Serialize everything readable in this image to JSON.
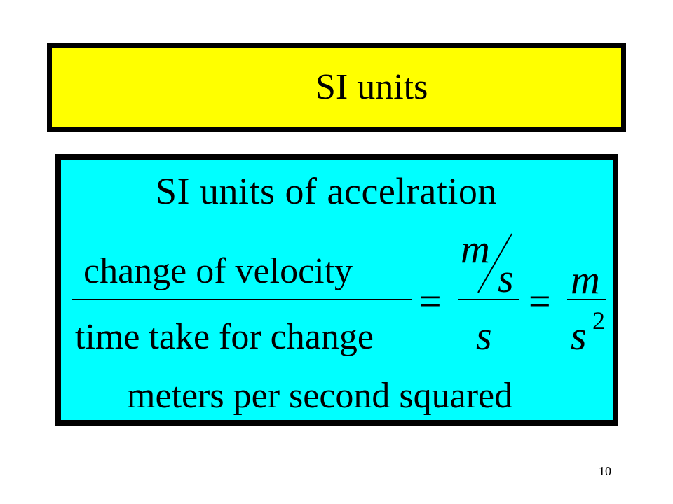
{
  "slide": {
    "title": "SI units",
    "page_number": "10"
  },
  "content": {
    "heading": "SI units of accelration",
    "numerator": "change of velocity",
    "denominator": "time take for change",
    "equals": "=",
    "unit_m": "m",
    "unit_s": "s",
    "superscript": "2",
    "footer": "meters per second squared"
  },
  "colors": {
    "title_background": "#ffff00",
    "content_background": "#00ffff",
    "border": "#000000"
  }
}
